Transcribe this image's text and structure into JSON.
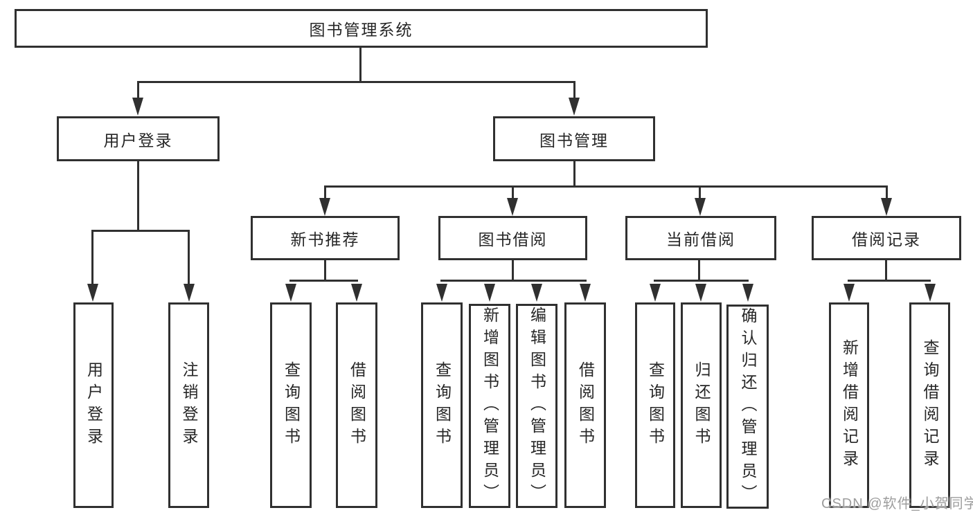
{
  "root": {
    "label": "图书管理系统"
  },
  "level2": {
    "user_login": {
      "label": "用户登录"
    },
    "book_management": {
      "label": "图书管理"
    }
  },
  "level3": {
    "new_book_rec": {
      "label": "新书推荐"
    },
    "book_borrow": {
      "label": "图书借阅"
    },
    "current_borrow": {
      "label": "当前借阅"
    },
    "borrow_records": {
      "label": "借阅记录"
    }
  },
  "leaves": {
    "user": [
      "用户登录",
      "注销登录"
    ],
    "new_book_rec": [
      "查询图书",
      "借阅图书"
    ],
    "book_borrow": [
      "查询图书",
      "新增图书（管理员）",
      "编辑图书（管理员）",
      "借阅图书"
    ],
    "current_borrow": [
      "查询图书",
      "归还图书",
      "确认归还（管理员）"
    ],
    "borrow_records": [
      "新增借阅记录",
      "查询借阅记录"
    ]
  },
  "watermark": "CSDN @软件_小贺同学",
  "colors": {
    "line": "#303030",
    "text": "#262626",
    "watermark": "#9d9d9d",
    "background": "#ffffff"
  }
}
